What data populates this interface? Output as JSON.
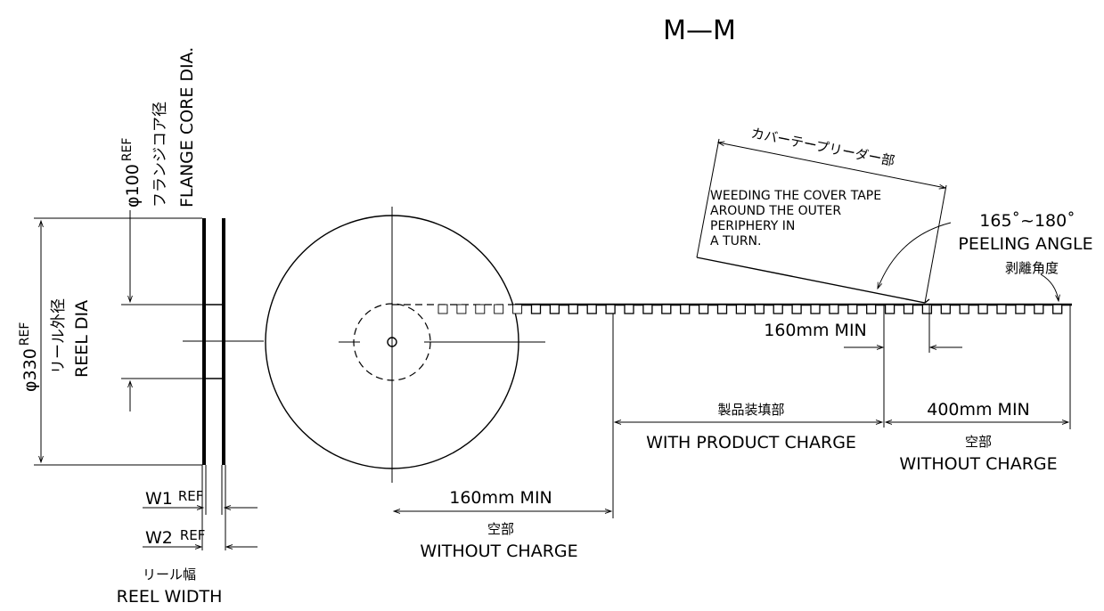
{
  "section_label": "M—M",
  "flange_core": {
    "dimension": "φ100",
    "ref": "REF",
    "label_jp": "フランジコア径",
    "label_en": "FLANGE CORE DIA."
  },
  "reel_dia": {
    "dimension": "φ330",
    "ref": "REF",
    "label_jp": "リール外径",
    "label_en": "REEL DIA"
  },
  "reel_width": {
    "w1": "W1",
    "w1_ref": "REF",
    "w2": "W2",
    "w2_ref": "REF",
    "label_jp": "リール幅",
    "label_en": "REEL WIDTH"
  },
  "leader": {
    "label_jp": "カバーテープリーダー部",
    "note_lines": [
      "WEEDING THE COVER TAPE",
      "AROUND THE OUTER",
      "PERIPHERY IN",
      "A TURN."
    ]
  },
  "peeling": {
    "angle": "165˚~180˚",
    "label_en": "PEELING ANGLE",
    "label_jp": "剥離角度"
  },
  "dim_leader_min": "160mm  MIN",
  "dim_trailer": {
    "value": "400mm  MIN",
    "label_jp": "空部",
    "label_en": "WITHOUT  CHARGE"
  },
  "dim_product": {
    "label_jp": "製品装填部",
    "label_en": "WITH  PRODUCT  CHARGE"
  },
  "dim_empty": {
    "value": "160mm  MIN",
    "label_jp": "空部",
    "label_en": "WITHOUT  CHARGE"
  }
}
